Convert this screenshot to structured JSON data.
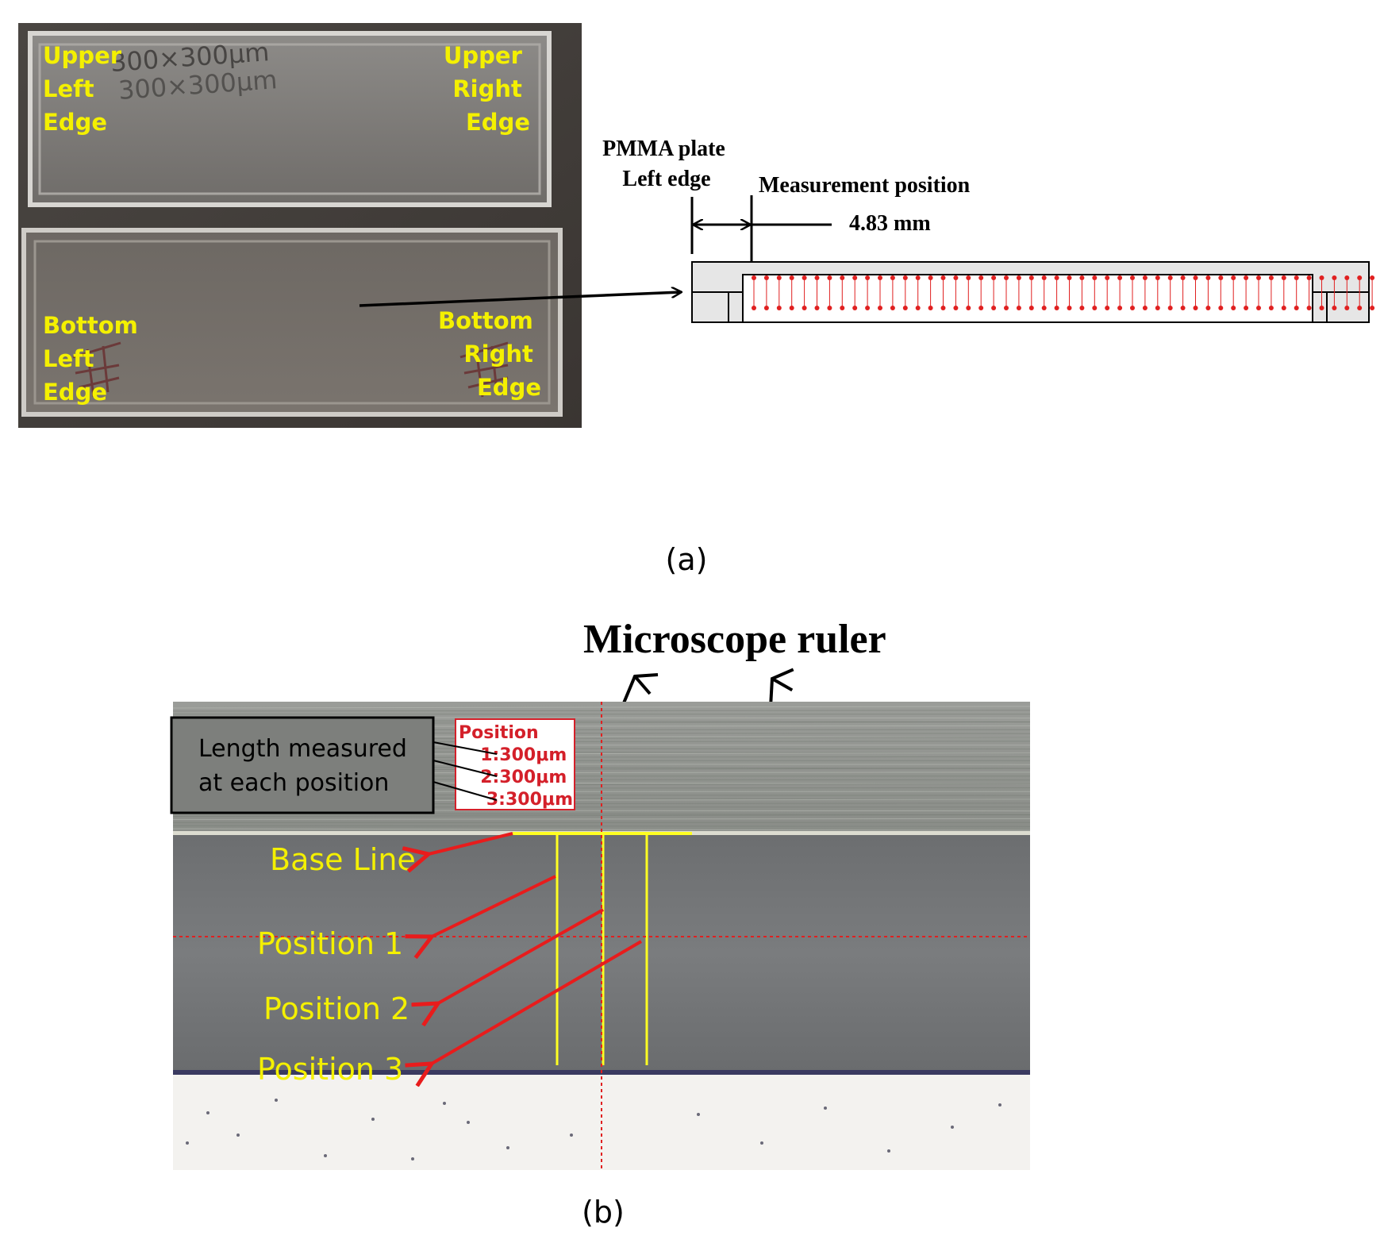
{
  "panel_a": {
    "photo": {
      "upper_left": [
        "Upper",
        "Left",
        "Edge"
      ],
      "upper_right": [
        "Upper",
        "Right",
        "Edge"
      ],
      "bottom_left": [
        "Bottom",
        "Left",
        "Edge"
      ],
      "bottom_right": [
        "Bottom",
        "Right",
        "Edge"
      ],
      "handwriting": [
        "300×300μm",
        "300×300μm"
      ]
    },
    "schematic": {
      "plate_label_line1": "PMMA plate",
      "plate_label_line2": "Left edge",
      "measurement_label": "Measurement position",
      "distance_label": "4.83 mm"
    },
    "caption": "(a)"
  },
  "panel_b": {
    "ruler_label": "Microscope ruler",
    "length_box": [
      "Length measured",
      "at each position"
    ],
    "position_box": {
      "title": "Position",
      "rows": [
        "1:300μm",
        "2:300μm",
        "3:300μm"
      ]
    },
    "lines": [
      "Base Line",
      "Position 1",
      "Position 2",
      "Position 3"
    ],
    "caption": "(b)"
  },
  "colors": {
    "label_yellow": "#f4f000",
    "marker_red": "#e02020",
    "arrow_red": "#e81c1c",
    "plate_fill": "#e6e6e6"
  }
}
